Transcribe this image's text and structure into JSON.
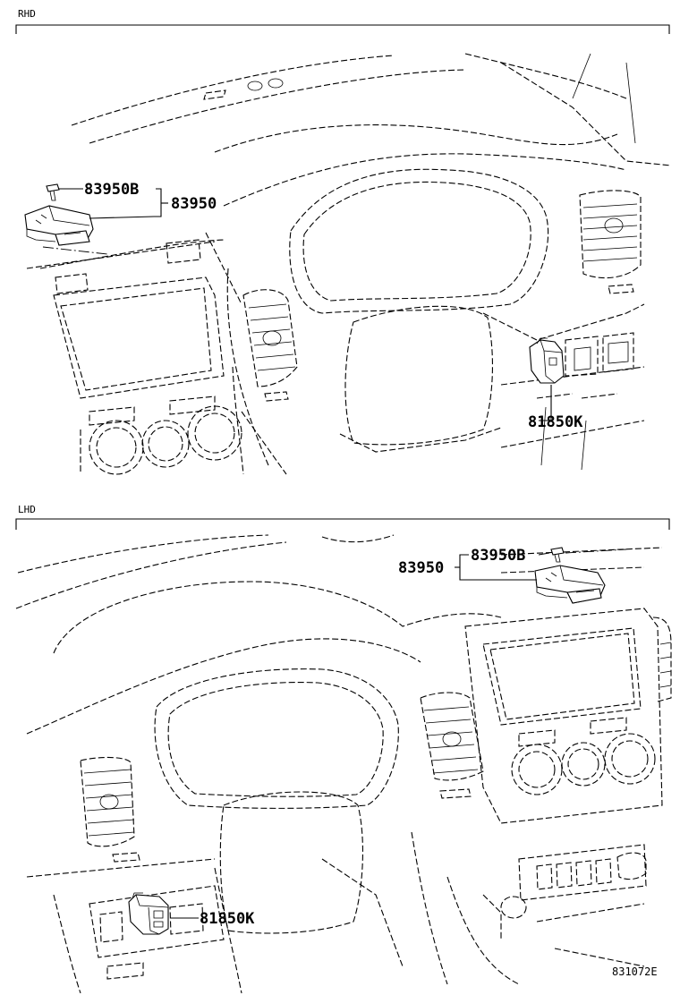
{
  "sections": [
    {
      "id": "rhd",
      "title": "RHD",
      "labels": {
        "clip": "83950B",
        "assembly": "83950",
        "switch": "81850K"
      }
    },
    {
      "id": "lhd",
      "title": "LHD",
      "labels": {
        "clip": "83950B",
        "assembly": "83950",
        "switch": "81850K"
      }
    }
  ],
  "reference_code": "831072E"
}
